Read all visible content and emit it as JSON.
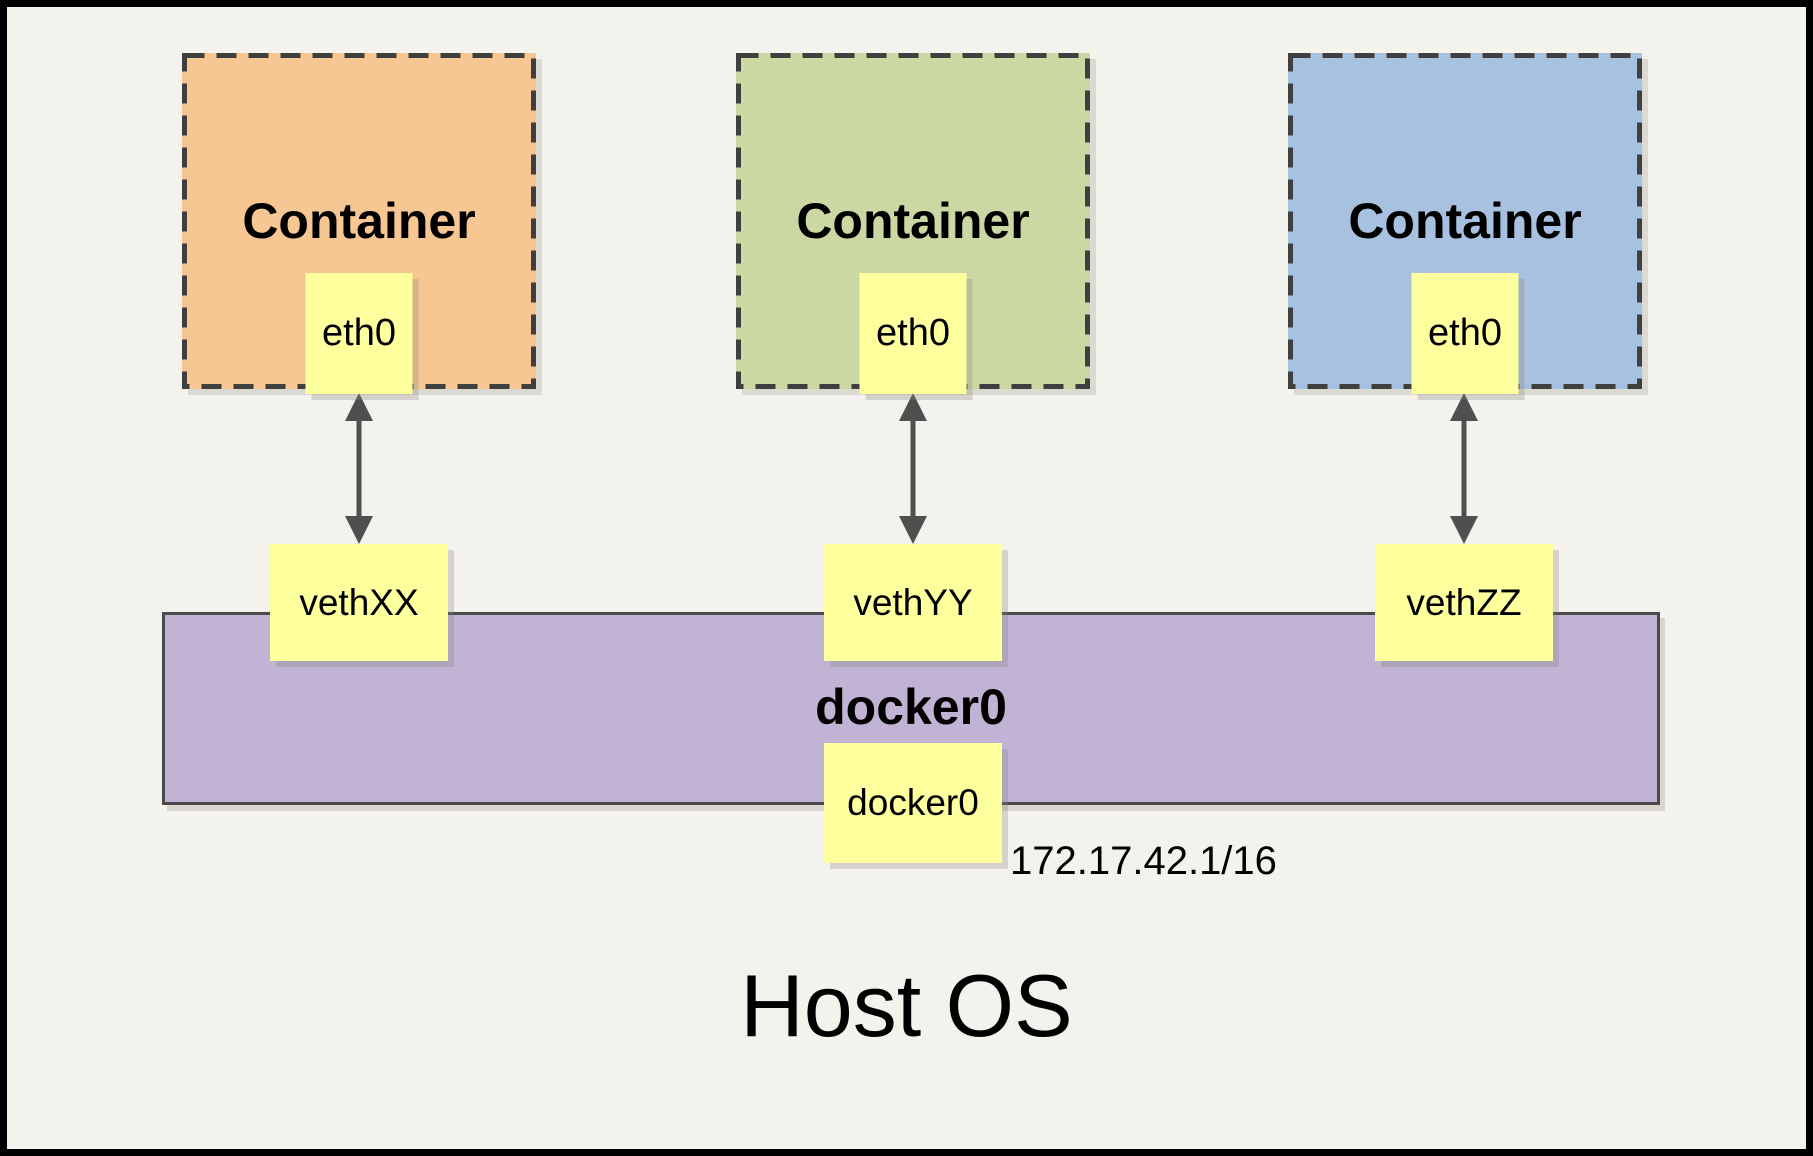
{
  "containers": [
    {
      "title": "Container",
      "eth": "eth0",
      "veth": "vethXX"
    },
    {
      "title": "Container",
      "eth": "eth0",
      "veth": "vethYY"
    },
    {
      "title": "Container",
      "eth": "eth0",
      "veth": "vethZZ"
    }
  ],
  "bridge": {
    "label": "docker0",
    "interface_box": "docker0",
    "ip": "172.17.42.1/16"
  },
  "host": {
    "label": "Host OS"
  },
  "colors": {
    "container_orange": "#f6c693",
    "container_green": "#ccd8a3",
    "container_blue": "#a9c1e0",
    "note_yellow": "#feff9d",
    "bridge_purple": "#c0b3d3",
    "arrow_gray": "#4f4f4f",
    "canvas_background": "#f4f2ec",
    "frame_border": "#000000"
  }
}
